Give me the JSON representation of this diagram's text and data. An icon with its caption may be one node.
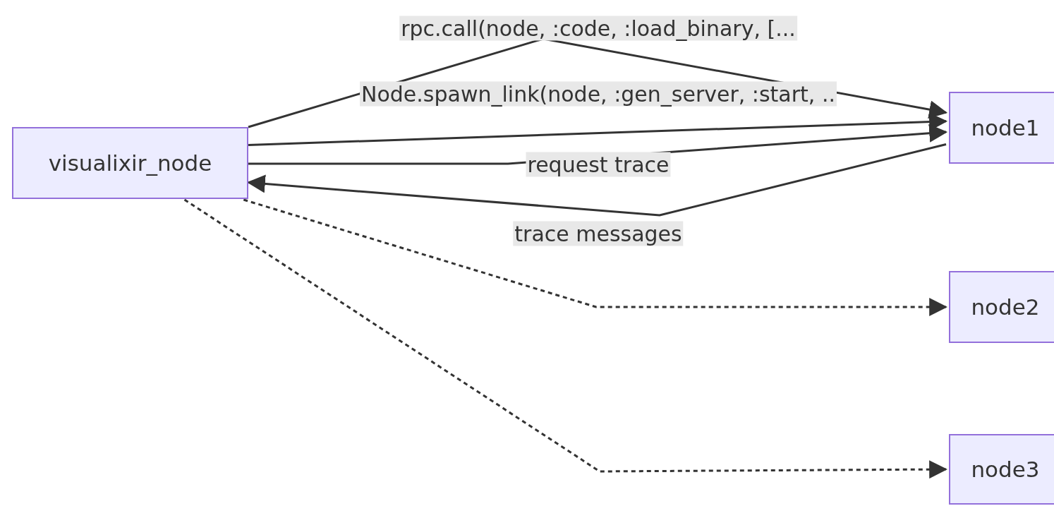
{
  "diagram": {
    "nodes": [
      {
        "text": [
          "visualixir_node"
        ]
      },
      {
        "text": [
          "node1"
        ]
      },
      {
        "text": [
          "node2"
        ]
      },
      {
        "text": [
          "node3"
        ]
      }
    ],
    "edges": [
      {
        "from": 0,
        "to": 1,
        "arrow": "to",
        "label": "rpc.call(node, :code, :load_binary, [..."
      },
      {
        "from": 0,
        "to": 1,
        "arrow": "to",
        "label": "Node.spawn_link(node, :gen_server, :start, .."
      },
      {
        "from": 0,
        "to": 1,
        "arrow": "to",
        "label": "request trace"
      },
      {
        "from": 1,
        "to": 0,
        "arrow": "to",
        "label": "trace messages"
      },
      {
        "from": 0,
        "to": 2,
        "arrow": "to",
        "style": "dashed"
      },
      {
        "from": 0,
        "to": 3,
        "arrow": "to",
        "style": "dashed"
      }
    ]
  }
}
